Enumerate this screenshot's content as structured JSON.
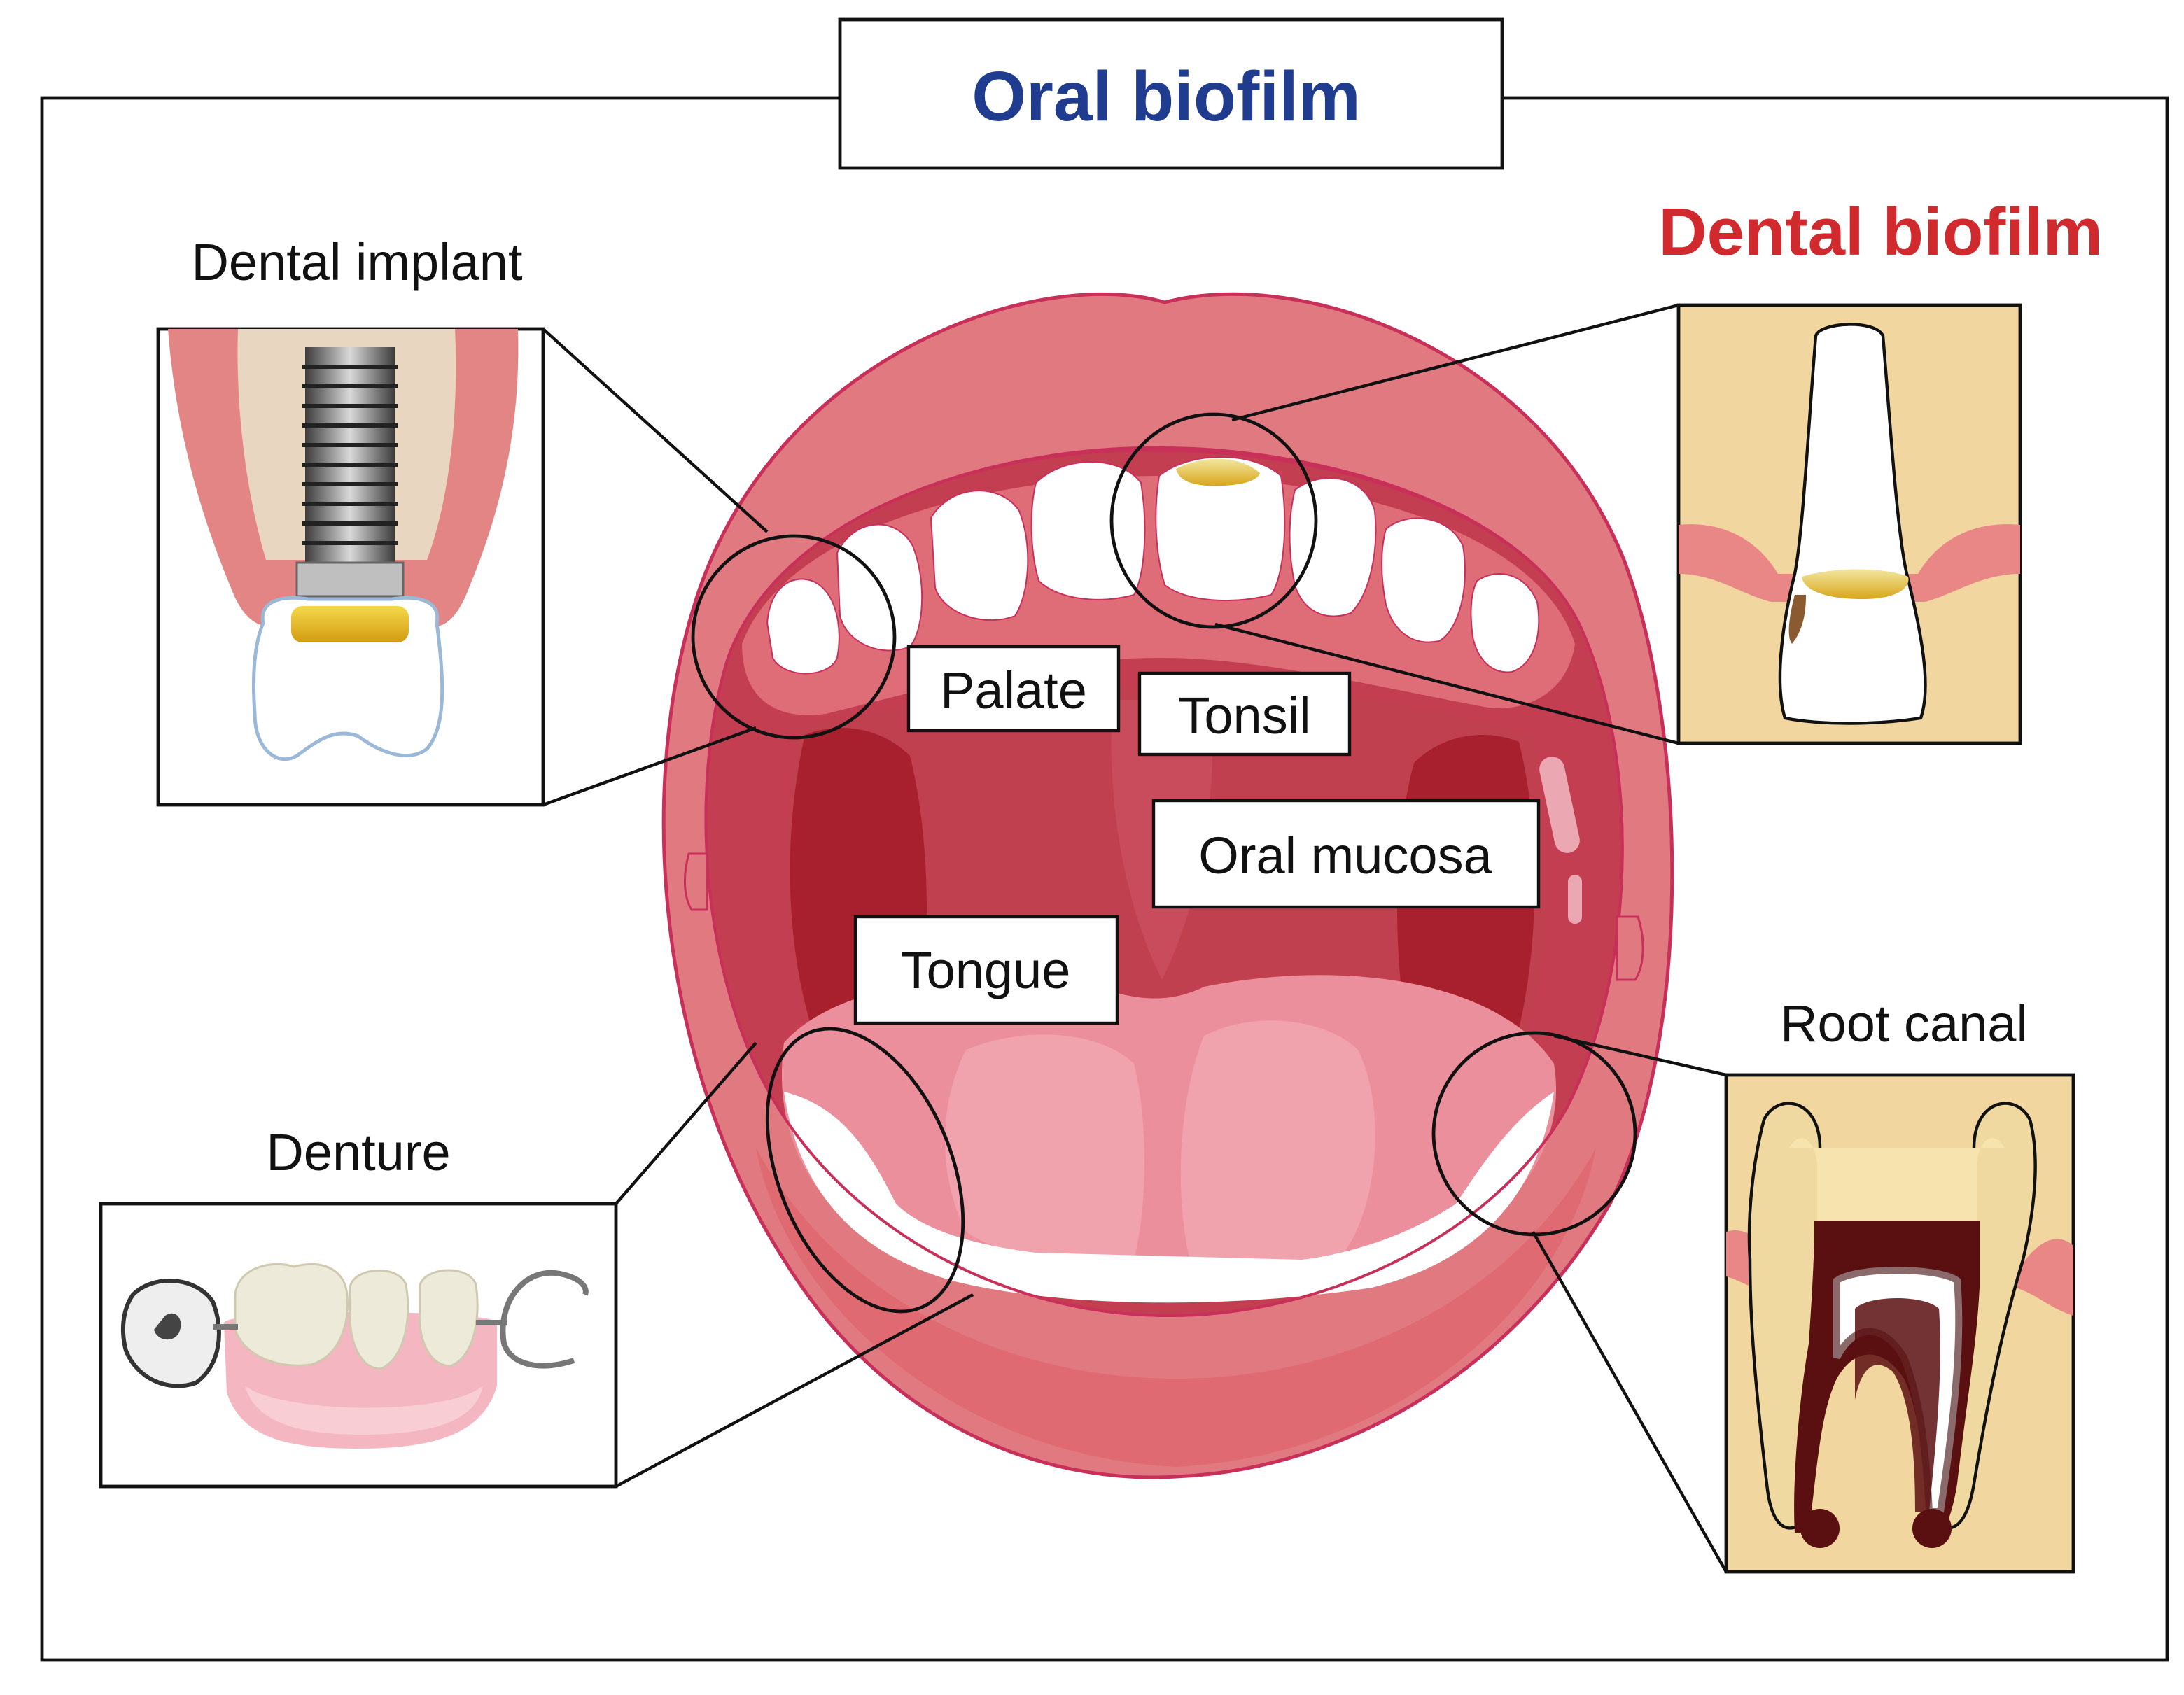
{
  "title": "Oral biofilm",
  "subtitle": "Dental biofilm",
  "labels": {
    "dental_implant": "Dental implant",
    "denture": "Denture",
    "root_canal": "Root canal",
    "palate": "Palate",
    "tonsil": "Tonsil",
    "oral_mucosa": "Oral mucosa",
    "tongue": "Tongue"
  },
  "colors": {
    "title": "#1f3c8f",
    "subtitle": "#d12a2e",
    "lips": "#e07a80",
    "mouth_inner": "#c43e52",
    "throat": "#a8202d",
    "tongue": "#eb8f9c",
    "gum": "#ee9ea2",
    "bone": "#f2d6a0",
    "biofilm": "#d8a61a",
    "pulp": "#5a0f10"
  }
}
